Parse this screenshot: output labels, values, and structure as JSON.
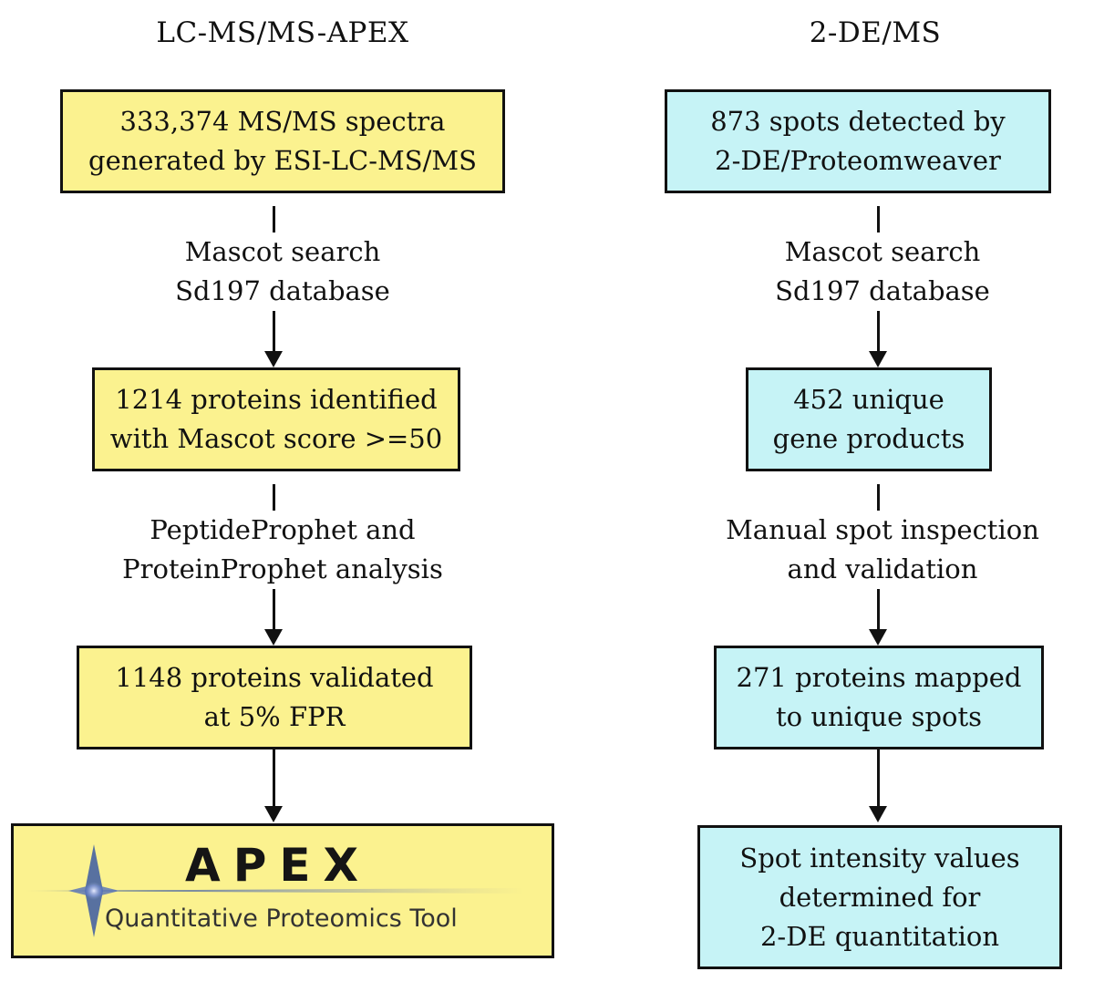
{
  "left": {
    "title": "LC-MS/MS-APEX",
    "box1": [
      "333,374 MS/MS spectra",
      "generated by ESI-LC-MS/MS"
    ],
    "step1": [
      "Mascot search",
      "Sd197 database"
    ],
    "box2": [
      "1214 proteins identified",
      "with Mascot score >=50"
    ],
    "step2": [
      "PeptideProphet and",
      "ProteinProphet analysis"
    ],
    "box3": [
      "1148 proteins validated",
      "at 5% FPR"
    ],
    "logo": {
      "word": "APEX",
      "subtitle": "Quantitative Proteomics Tool"
    }
  },
  "right": {
    "title": "2-DE/MS",
    "box1": [
      "873 spots detected by",
      "2-DE/Proteomweaver"
    ],
    "step1": [
      "Mascot search",
      "Sd197 database"
    ],
    "box2": [
      "452 unique",
      "gene products"
    ],
    "step2": [
      "Manual spot inspection",
      "and validation"
    ],
    "box3": [
      "271 proteins mapped",
      "to unique spots"
    ],
    "box4": [
      "Spot intensity values",
      "determined for",
      "2-DE quantitation"
    ]
  },
  "colors": {
    "left_box": "#fbf28f",
    "right_box": "#c6f3f6",
    "stroke": "#111111"
  }
}
